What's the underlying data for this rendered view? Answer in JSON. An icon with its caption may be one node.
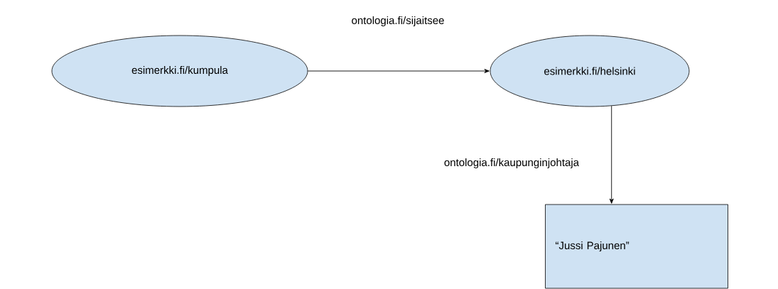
{
  "diagram": {
    "nodes": [
      {
        "text": [
          "esimerkki.fi/kumpula"
        ]
      },
      {
        "text": [
          "esimerkki.fi/helsinki"
        ]
      },
      {
        "text": [
          "“Jussi Pajunen”"
        ]
      }
    ],
    "edges": [
      {
        "from": 0,
        "to": 1,
        "arrow": "to",
        "label": "ontologia.fi/sijaitsee"
      },
      {
        "from": 1,
        "to": 2,
        "arrow": "to",
        "label": "ontologia.fi/kaupunginjohtaja"
      }
    ]
  }
}
